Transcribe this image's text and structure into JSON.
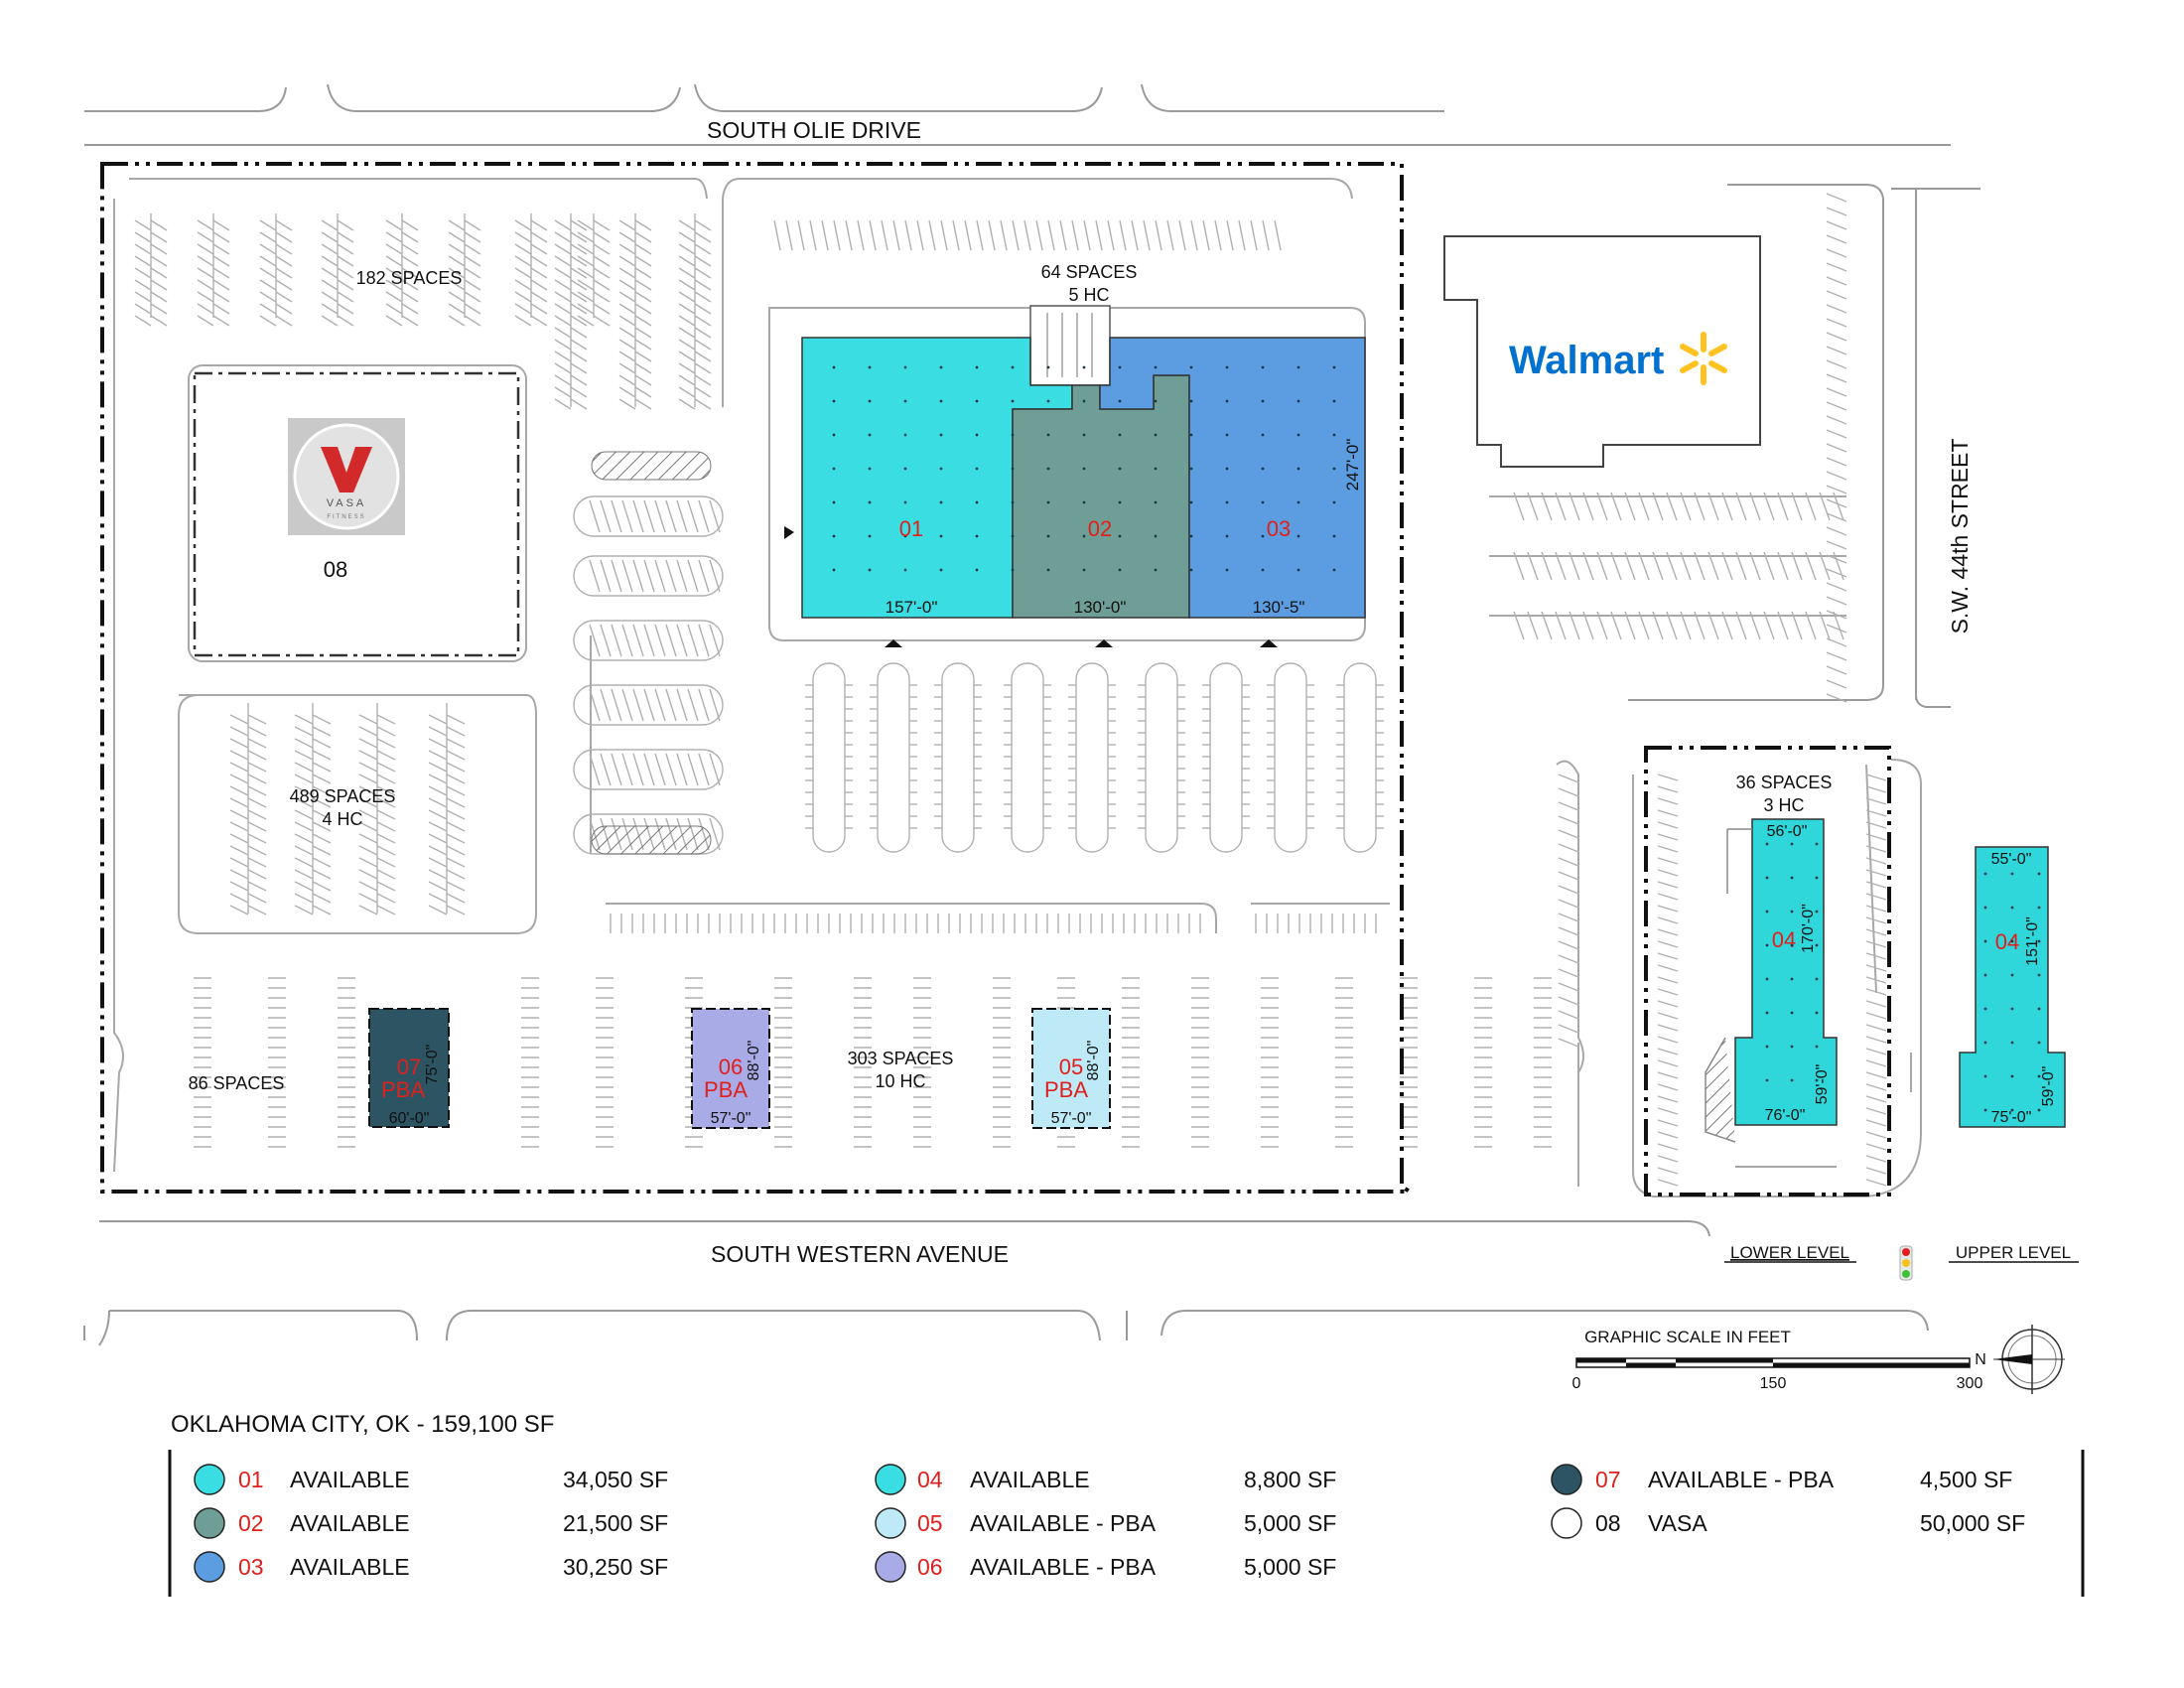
{
  "streets": {
    "north": "SOUTH OLIE DRIVE",
    "south": "SOUTH WESTERN AVENUE",
    "east": "S.W.  44th STREET"
  },
  "parking": {
    "p182": "182 SPACES",
    "p64": "64 SPACES",
    "p64hc": "5 HC",
    "p489": "489 SPACES",
    "p489hc": "4 HC",
    "p86": "86 SPACES",
    "p303": "303 SPACES",
    "p303hc": "10 HC",
    "p36": "36 SPACES",
    "p36hc": "3 HC"
  },
  "anchors": {
    "walmart": "Walmart",
    "vasa_word": "VASA",
    "vasa_sub": "FITNESS",
    "vasa_pad": "08"
  },
  "units": {
    "u01": {
      "label": "01",
      "width": "157'-0\""
    },
    "u02": {
      "label": "02",
      "width": "130'-0\""
    },
    "u03": {
      "label": "03",
      "width": "130'-5\"",
      "depth": "247'-0\""
    },
    "u04_lower": {
      "label": "04",
      "top": "56'-0\"",
      "depth": "170'-0\"",
      "bottom": "76'-0\"",
      "leg": "59'-0\""
    },
    "u04_upper": {
      "label": "04",
      "top": "55'-0\"",
      "depth": "151'-0\"",
      "bottom": "75'-0\"",
      "leg": "59'-0\""
    },
    "u05": {
      "label": "05",
      "pba": "PBA",
      "depth": "88'-0\"",
      "width": "57'-0\""
    },
    "u06": {
      "label": "06",
      "pba": "PBA",
      "depth": "88'-0\"",
      "width": "57'-0\""
    },
    "u07": {
      "label": "07",
      "pba": "PBA",
      "depth": "75'-0\"",
      "width": "60'-0\""
    }
  },
  "levels": {
    "lower": "LOWER LEVEL",
    "upper": "UPPER LEVEL"
  },
  "scale": {
    "title": "GRAPHIC SCALE IN FEET",
    "t0": "0",
    "t150": "150",
    "t300": "300",
    "north": "N"
  },
  "property": "OKLAHOMA CITY, OK - 159,100 SF",
  "colors": {
    "u01": "#39dde2",
    "u02": "#6e9e95",
    "u03": "#5b9de0",
    "u04": "#2fd6da",
    "u05": "#bdeaf6",
    "u06": "#a9abe6",
    "u07": "#2c5462",
    "u08": "#ffffff"
  },
  "legend": {
    "col1": [
      {
        "num": "01",
        "status": "AVAILABLE",
        "sf": "34,050 SF",
        "color": "#39dde2"
      },
      {
        "num": "02",
        "status": "AVAILABLE",
        "sf": "21,500 SF",
        "color": "#6e9e95"
      },
      {
        "num": "03",
        "status": "AVAILABLE",
        "sf": "30,250 SF",
        "color": "#5b9de0"
      }
    ],
    "col2": [
      {
        "num": "04",
        "status": "AVAILABLE",
        "sf": "8,800  SF",
        "color": "#39dde2"
      },
      {
        "num": "05",
        "status": "AVAILABLE - PBA",
        "sf": "5,000 SF",
        "color": "#bdeaf6"
      },
      {
        "num": "06",
        "status": "AVAILABLE - PBA",
        "sf": "5,000 SF",
        "color": "#a9abe6"
      }
    ],
    "col3": [
      {
        "num": "07",
        "status": "AVAILABLE - PBA",
        "sf": "4,500  SF",
        "color": "#2c5462"
      },
      {
        "num": "08",
        "status": "VASA",
        "sf": "50,000 SF",
        "color": "#ffffff"
      }
    ]
  }
}
